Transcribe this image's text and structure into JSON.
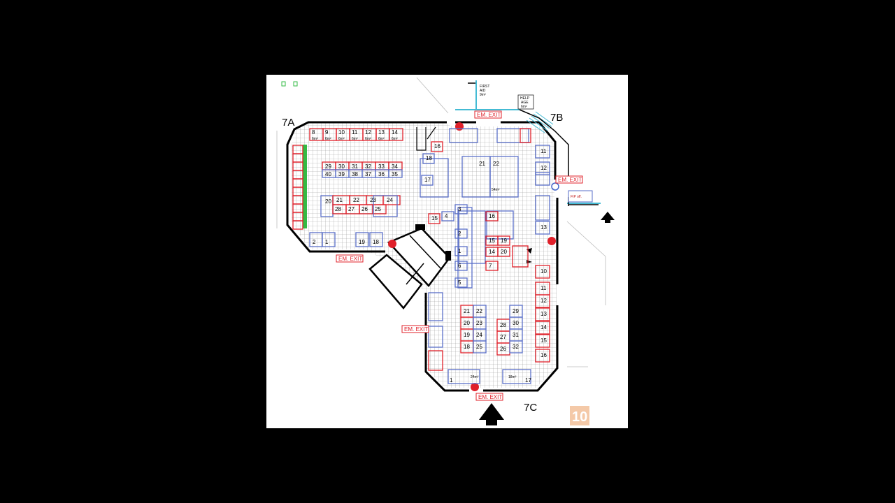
{
  "zones": {
    "a": "7A",
    "b": "7B",
    "c": "7C"
  },
  "exit_label": "EM. EXIT",
  "first_aid": {
    "line1": "FIRST",
    "line2": "AID",
    "line3": "9m²"
  },
  "help_age": {
    "line1": "HELP",
    "line2": "AGE",
    "line3": "6m²"
  },
  "fip_label": "FIP off.",
  "page_number": "10",
  "colors": {
    "stall_red": "#e0202a",
    "stall_blue": "#5a6fc8",
    "grid": "#9a9a9a",
    "wall": "#000000",
    "badge": "#f4c9a8",
    "green": "#33bb44"
  },
  "top_row_stalls": [
    "8",
    "9",
    "10",
    "11",
    "12",
    "13",
    "14"
  ],
  "top_row_area": "6m²",
  "center_top": {
    "left": "21",
    "right": "22",
    "area": "54m²"
  },
  "west_block_row1": [
    "29",
    "30",
    "31",
    "32",
    "33",
    "34"
  ],
  "west_block_row2": [
    "40",
    "39",
    "38",
    "37",
    "36",
    "35"
  ],
  "west_block_row3": [
    "21",
    "22",
    "23",
    "24"
  ],
  "west_block_row4": [
    "28",
    "27",
    "26",
    "25"
  ],
  "west_single": "20",
  "west_bottom": [
    "2",
    "1",
    "19",
    "18"
  ],
  "east_column": [
    "11",
    "12",
    "13",
    "10",
    "11",
    "12",
    "13",
    "14",
    "15",
    "16"
  ],
  "south_block_left": [
    "21",
    "20",
    "19",
    "18"
  ],
  "south_block_left2": [
    "22",
    "23",
    "24",
    "25"
  ],
  "south_block_right": [
    "28",
    "27",
    "26"
  ],
  "south_block_right2": [
    "29",
    "30",
    "31",
    "32"
  ],
  "south_bottom": {
    "left": "1",
    "right": "17",
    "area_left": "24m²",
    "area_right": "18m²"
  },
  "middle_stalls": [
    "16",
    "15",
    "19",
    "14",
    "20",
    "7",
    "5",
    "6",
    "3",
    "4",
    "2",
    "1"
  ],
  "misc_stalls": [
    "18",
    "17",
    "16",
    "15"
  ]
}
